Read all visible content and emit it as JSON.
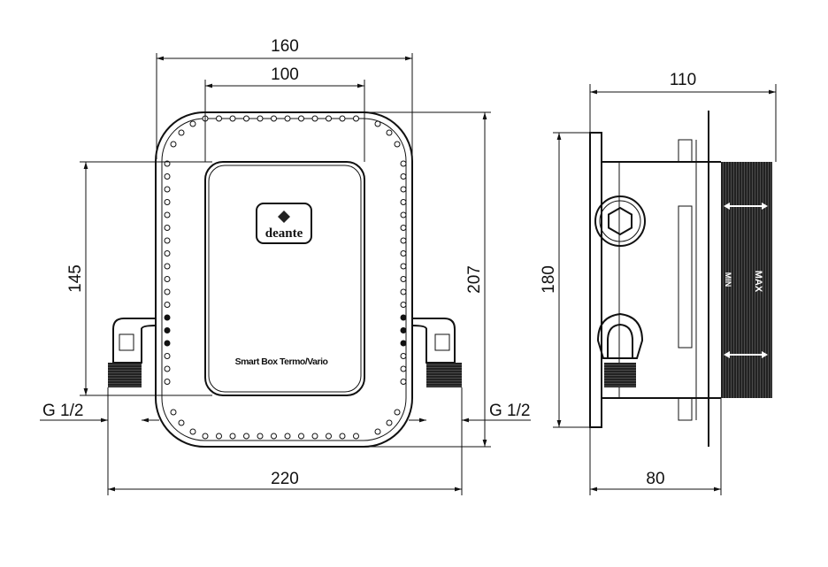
{
  "front_view": {
    "dimensions": {
      "width_outer": "160",
      "width_inner": "100",
      "height_outer": "207",
      "height_inner": "145",
      "width_connections": "220",
      "thread_left": "G 1/2",
      "thread_right": "G 1/2"
    },
    "logo_text": "deante",
    "product_label": "Smart Box Termo/Vario"
  },
  "side_view": {
    "dimensions": {
      "depth_total": "110",
      "height": "180",
      "depth_min": "80"
    },
    "min_label": "MIN",
    "max_label": "MAX"
  }
}
